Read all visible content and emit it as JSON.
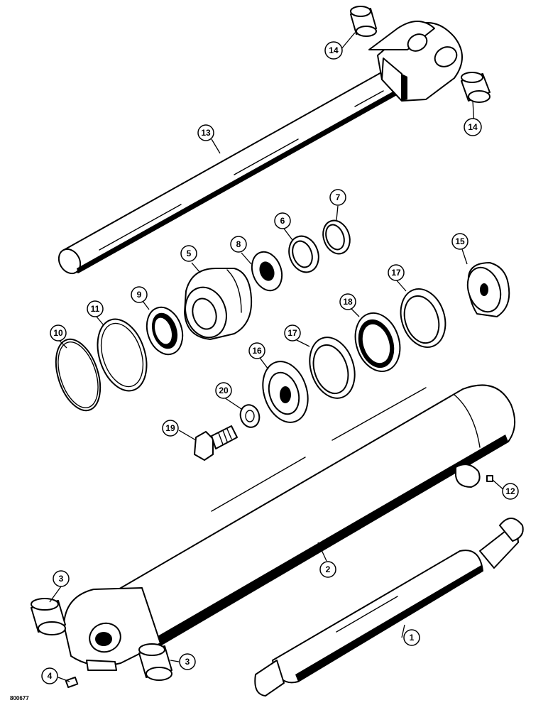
{
  "callouts": [
    {
      "id": "c1",
      "label": "1"
    },
    {
      "id": "c2",
      "label": "2"
    },
    {
      "id": "c3a",
      "label": "3"
    },
    {
      "id": "c3b",
      "label": "3"
    },
    {
      "id": "c4",
      "label": "4"
    },
    {
      "id": "c5",
      "label": "5"
    },
    {
      "id": "c6",
      "label": "6"
    },
    {
      "id": "c7",
      "label": "7"
    },
    {
      "id": "c8",
      "label": "8"
    },
    {
      "id": "c9",
      "label": "9"
    },
    {
      "id": "c10",
      "label": "10"
    },
    {
      "id": "c11",
      "label": "11"
    },
    {
      "id": "c12",
      "label": "12"
    },
    {
      "id": "c13",
      "label": "13"
    },
    {
      "id": "c14a",
      "label": "14"
    },
    {
      "id": "c14b",
      "label": "14"
    },
    {
      "id": "c15",
      "label": "15"
    },
    {
      "id": "c16",
      "label": "16"
    },
    {
      "id": "c17a",
      "label": "17"
    },
    {
      "id": "c17b",
      "label": "17"
    },
    {
      "id": "c18",
      "label": "18"
    },
    {
      "id": "c19",
      "label": "19"
    },
    {
      "id": "c20",
      "label": "20"
    }
  ],
  "figure_code": "800677"
}
